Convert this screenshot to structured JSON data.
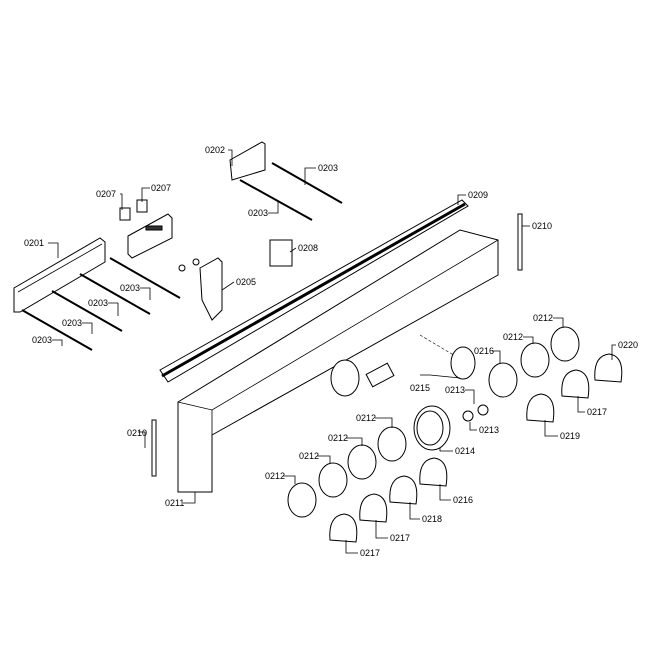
{
  "diagram": {
    "type": "exploded parts diagram",
    "labels": {
      "l0201": "0201",
      "l0202": "0202",
      "l0203a": "0203",
      "l0203b": "0203",
      "l0207a": "0207",
      "l0207b": "0207",
      "l0209": "0209",
      "l0210a": "0210",
      "l0208": "0208",
      "l0205": "0205",
      "l0203c": "0203",
      "l0203d": "0203",
      "l0203e": "0203",
      "l0203f": "0203",
      "l0216a": "0216",
      "l0212a": "0212",
      "l0212b": "0212",
      "l0220": "0220",
      "l0215": "0215",
      "l0213a": "0213",
      "l0213b": "0213",
      "l0217a": "0217",
      "l0219": "0219",
      "l0210b": "0210",
      "l0212c": "0212",
      "l0212d": "0212",
      "l0214": "0214",
      "l0212e": "0212",
      "l0212f": "0212",
      "l0216b": "0216",
      "l0218": "0218",
      "l0211": "0211",
      "l0217b": "0217",
      "l0217c": "0217"
    }
  }
}
